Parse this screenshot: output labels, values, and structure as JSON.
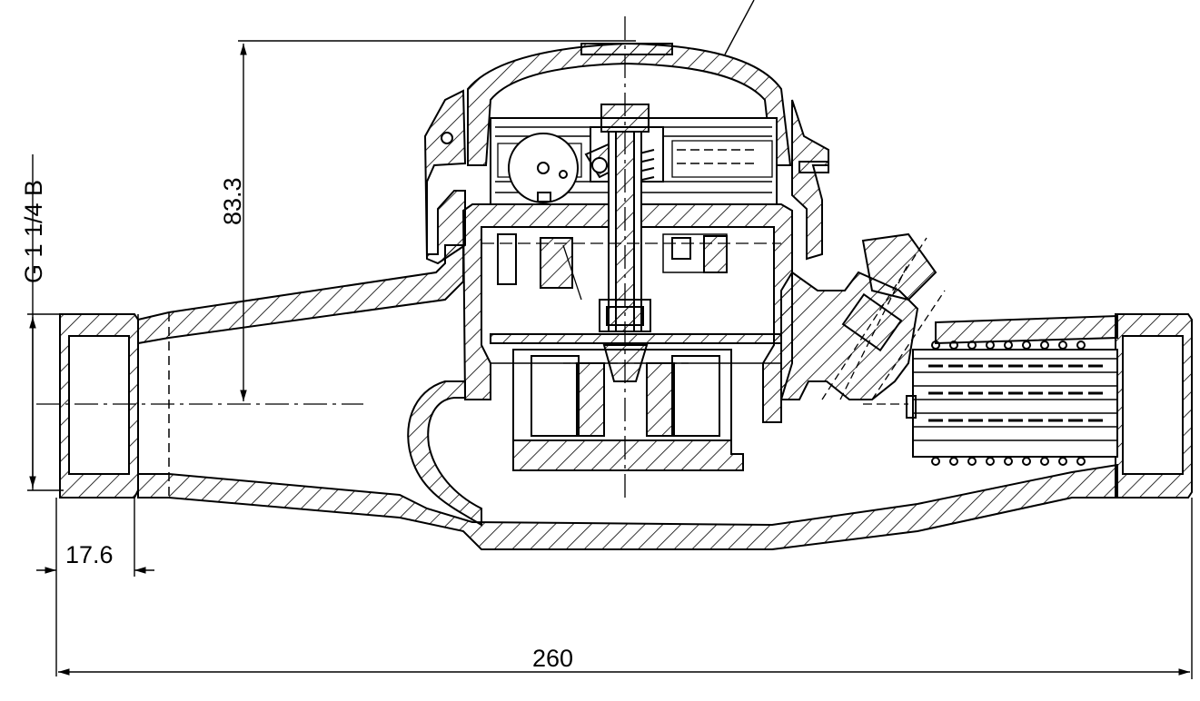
{
  "drawing": {
    "dimensions": {
      "overall_length": "260",
      "height_to_axis": "83.3",
      "thread_length": "17.6",
      "thread_spec": "G 1 1/4 B"
    },
    "colors": {
      "line": "#000000",
      "background": "#ffffff"
    }
  }
}
